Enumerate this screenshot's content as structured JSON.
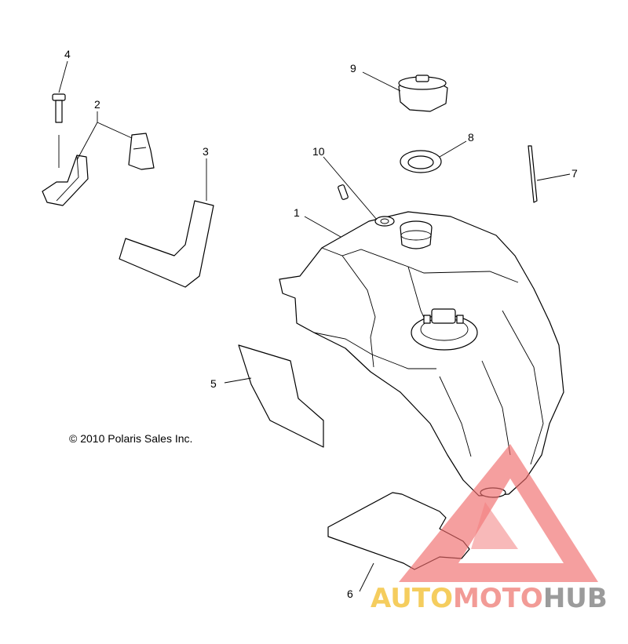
{
  "callouts": [
    "1",
    "2",
    "3",
    "4",
    "5",
    "6",
    "7",
    "8",
    "9",
    "10"
  ],
  "copyright": "© 2010 Polaris Sales Inc.",
  "watermark": {
    "text_a": "AUTO",
    "text_b": "MOTO",
    "text_c": "HUB",
    "colors": {
      "auto": "#f4c542",
      "moto": "#f08a84",
      "hub": "#8a8a8a",
      "triangle": "#f06a6a"
    }
  }
}
